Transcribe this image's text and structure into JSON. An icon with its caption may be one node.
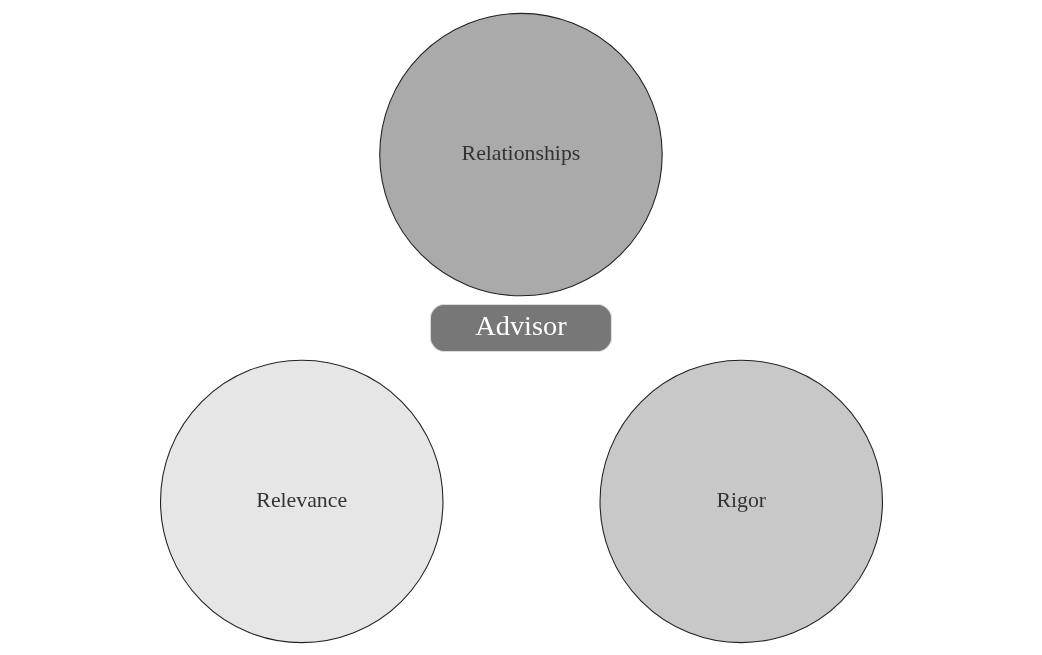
{
  "diagram": {
    "nodes": [
      {
        "text": [
          "Relationships"
        ]
      },
      {
        "text": [
          "Advisor"
        ]
      },
      {
        "text": [
          "Relevance"
        ]
      },
      {
        "text": [
          "Rigor"
        ]
      }
    ]
  }
}
